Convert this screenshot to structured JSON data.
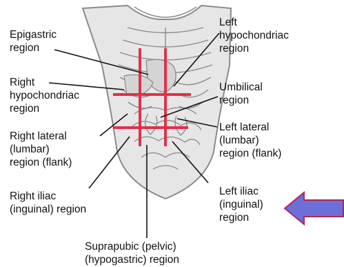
{
  "labels": {
    "epigastric": [
      "Epigastric",
      "region"
    ],
    "right_hypochondriac": [
      "Right",
      "hypochondriac",
      "region"
    ],
    "right_lateral": [
      "Right lateral",
      "(lumbar)",
      "region (flank)"
    ],
    "right_iliac": [
      "Right iliac",
      "(inguinal) region"
    ],
    "suprapubic": [
      "Suprapubic (pelvic)",
      "(hypogastric) region"
    ],
    "left_hypochondriac": [
      "Left",
      "hypochondriac",
      "region"
    ],
    "umbilical": [
      "Umbilical",
      "region"
    ],
    "left_lateral": [
      "Left lateral",
      "(lumbar)",
      "region (flank)"
    ],
    "left_iliac": [
      "Left iliac",
      "(inguinal)",
      "region"
    ]
  },
  "icons": {
    "torso": "torso-illustration",
    "grid": "nine-region-grid",
    "arrow": "left-pointing-arrow"
  },
  "colors": {
    "grid_lines": "#e0314a",
    "arrow_fill": "#6c6fd8",
    "arrow_stroke": "#b0245a",
    "torso_fill": "#e6e6e6",
    "torso_outline": "#8a8a8a",
    "leader_lines": "#111111"
  }
}
